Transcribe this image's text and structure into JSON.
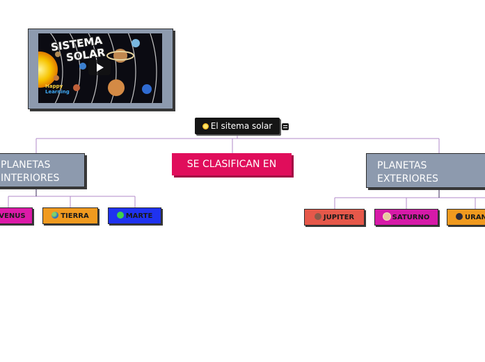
{
  "video": {
    "title_line1": "SISTEMA",
    "title_line2": "SOLAR",
    "brand_line1": "Happy",
    "brand_line2": "Learning",
    "play_icon": "play-icon"
  },
  "root": {
    "label": "El sitema solar",
    "icon": "sun-icon",
    "note_icon": "note-icon"
  },
  "categories": {
    "interiores": "PLANETAS INTERIORES",
    "clasifican": "SE CLASIFICAN EN",
    "exteriores": "PLANETAS EXTERIORES"
  },
  "planets_interior": [
    {
      "label": "VENUS",
      "icon": "venus-icon"
    },
    {
      "label": "TIERRA",
      "icon": "earth-icon"
    },
    {
      "label": "MARTE",
      "icon": "green-planet-icon"
    }
  ],
  "planets_exterior": [
    {
      "label": "JUPITER",
      "icon": "jupiter-icon"
    },
    {
      "label": "SATURNO",
      "icon": "saturn-icon"
    },
    {
      "label": "URAN",
      "icon": "uranus-icon"
    }
  ],
  "colors": {
    "connector": "#b088c8",
    "category_bg": "#8d9aae",
    "clasifican_bg": "#e00d5b",
    "venus": "#dc1aa8",
    "tierra": "#f09a1f",
    "marte": "#1f32f0",
    "jupiter": "#e6584a",
    "saturno": "#d61aa8",
    "urano": "#f09a1f"
  }
}
